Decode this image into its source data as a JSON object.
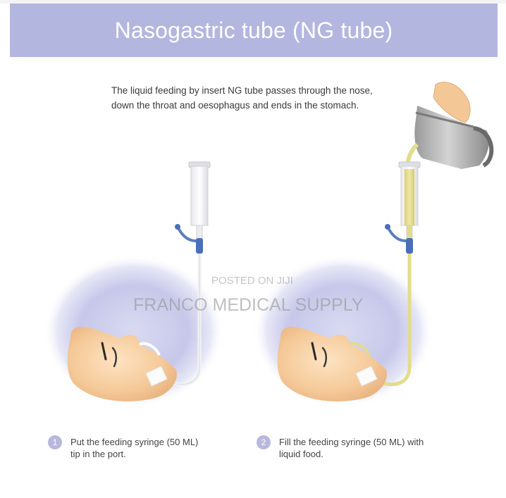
{
  "header": {
    "title": "Nasogastric tube (NG tube)"
  },
  "intro": {
    "line1": "The liquid feeding by insert NG tube passes through the nose,",
    "line2": "down the throat and oesophagus and ends in the stomach."
  },
  "steps": [
    {
      "number": "1",
      "line1": "Put the feeding syringe (50 ML)",
      "line2": "tip in the port."
    },
    {
      "number": "2",
      "line1": "Fill the feeding syringe (50 ML) with",
      "line2": "liquid food."
    }
  ],
  "watermark": {
    "posted": "POSTED ON JIJI",
    "seller": "FRANCO MEDICAL SUPPLY"
  },
  "colors": {
    "header_bg": "#b3b6de",
    "step_badge": "#b7b8db",
    "liquid": "#e3dc8c",
    "tube_cap": "#4a6fb8"
  },
  "icons": [
    "syringe-icon",
    "face-icon",
    "pitcher-icon",
    "hand-icon"
  ]
}
